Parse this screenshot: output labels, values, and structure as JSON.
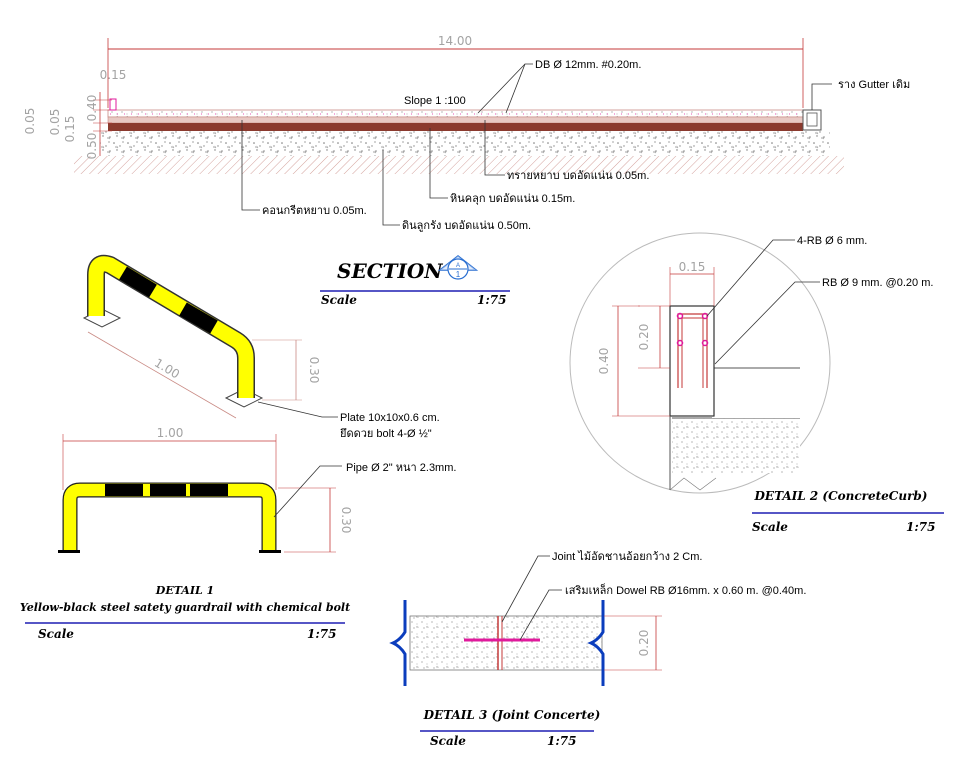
{
  "section": {
    "span_dim": "14.00",
    "dim_015": "0.15",
    "dim_005": "0.05",
    "dim_040": "0.40",
    "dim_005b": "0.05",
    "dim_015b": "0.15",
    "dim_050": "0.50",
    "slope_label": "Slope 1 :100",
    "db_label": "DB Ø 12mm. #0.20m.",
    "gutter_label": "ราง Gutter เดิม",
    "sand_label": "ทรายหยาบ บดอัดแน่น 0.05m.",
    "gravel_label": "หินคลุก บดอัดแน่น 0.15m.",
    "lean_label": "คอนกรีตหยาบ 0.05m.",
    "soil_label": "ดินลูกรัง บดอัดแน่น 0.50m.",
    "title": "SECTION",
    "marker_top": "A",
    "marker_bottom": "1",
    "scale_label": "Scale",
    "scale_value": "1:75"
  },
  "detail1": {
    "iso_dim_length": "1.00",
    "iso_dim_height": "0.30",
    "plate_label_1": "Plate 10x10x0.6 cm.",
    "plate_label_2": "ยึดดวย bolt 4-Ø ½\"",
    "elev_dim_length": "1.00",
    "pipe_label": "Pipe  Ø 2\" หนา 2.3mm.",
    "elev_dim_height": "0.30",
    "title": "DETAIL  1",
    "subtitle": "Yellow-black steel satety guardrail with chemical bolt",
    "scale_label": "Scale",
    "scale_value": "1:75"
  },
  "detail2": {
    "rb6_label": "4-RB Ø 6 mm.",
    "rb9_label": "RB Ø 9 mm. @0.20 m.",
    "dim_width": "0.15",
    "dim_inner": "0.20",
    "dim_height": "0.40",
    "title": "DETAIL 2  (ConcreteCurb)",
    "scale_label": "Scale",
    "scale_value": "1:75"
  },
  "detail3": {
    "joint_label": "Joint ไม้อัดชานอ้อยกว้าง 2 Cm.",
    "dowel_label": "เสริมเหล็ก Dowel RB Ø16mm. x 0.60 m. @0.40m.",
    "dim_height": "0.20",
    "title": "DETAIL  3 (Joint Concerte)",
    "scale_label": "Scale",
    "scale_value": "1:75"
  },
  "colors": {
    "concrete": "#c98a84",
    "slab_dark": "#8b3a2e",
    "yellow": "#ffff00",
    "stripe": "#000000",
    "title_line": "#1f1fb4",
    "rebar": "#e0199c",
    "blue": "#0b3dbd"
  }
}
